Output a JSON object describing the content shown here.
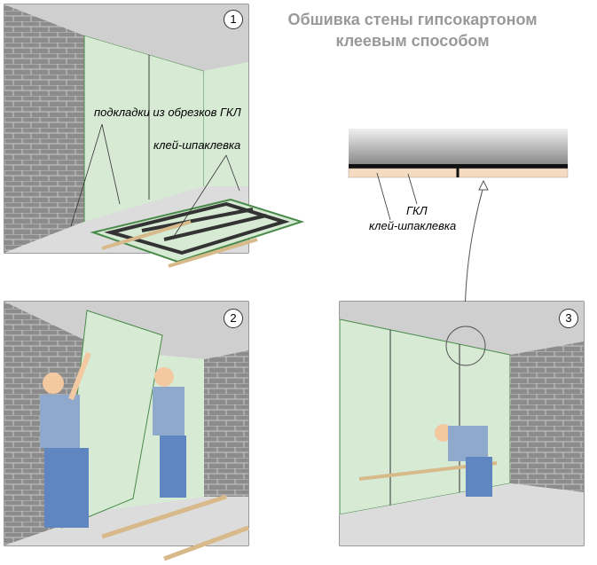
{
  "title_line1": "Обшивка стены гипсокартоном",
  "title_line2": "клеевым способом",
  "panel1": {
    "step": "1",
    "label_pads": "подкладки из обрезков ГКЛ",
    "label_glue": "клей-шпаклевка"
  },
  "panel2": {
    "step": "2"
  },
  "panel3": {
    "step": "3"
  },
  "detail": {
    "label_gkl": "ГКЛ",
    "label_glue": "клей-шпаклевка"
  },
  "colors": {
    "board": "#d6ead4",
    "brick": "#8a8a8a",
    "floor": "#d9d9d9"
  }
}
